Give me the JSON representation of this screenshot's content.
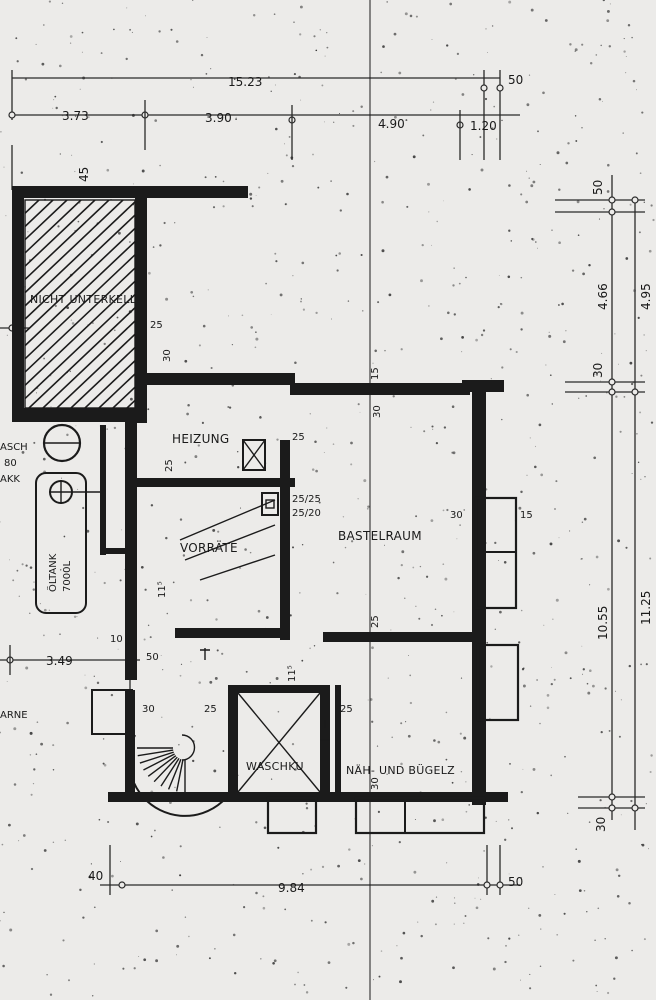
{
  "labels": {
    "top_total": "15.23",
    "top_right_edge": "50",
    "seg_1": "3.73",
    "seg_2": "3.90",
    "seg_3": "4.90",
    "seg_4": "1.20",
    "wall_45": "45",
    "right_50": "50",
    "right_466": "4.66",
    "right_495": "4.95",
    "right_30a": "30",
    "right_1055": "10.55",
    "right_1125": "11.25",
    "right_30b": "30",
    "bottom_40": "40",
    "bottom_984": "9.84",
    "bottom_50": "50",
    "left_349": "3.49",
    "left_10": "10",
    "left_50": "50",
    "w_25a": "25",
    "w_30a": "30",
    "w_15a": "15",
    "w_30b": "30",
    "w_25b": "25",
    "w_25c": "25",
    "w_2525": "25/25",
    "w_2520": "25/20",
    "w_30c": "30",
    "w_15b": "15",
    "w_11a": "11⁵",
    "w_25d": "25",
    "w_11b": "11⁵",
    "w_30d": "30",
    "w_25e": "25",
    "w_25f": "25",
    "w_30e": "30",
    "side_asch": "ASCH",
    "side_80": "80",
    "side_akk": "AKK",
    "side_arne": "ARNE",
    "tank_1": "ÖLTANK",
    "tank_2": "7000L"
  },
  "rooms": {
    "nicht_unterkellert": "NICHT UNTERKELL",
    "heizung": "HEIZUNG",
    "vorraete": "VORRÄTE",
    "bastelraum": "BASTELRAUM",
    "waschkueche": "WASCHKU",
    "naeh_buegel": "NÄH- UND BÜGELZ"
  }
}
